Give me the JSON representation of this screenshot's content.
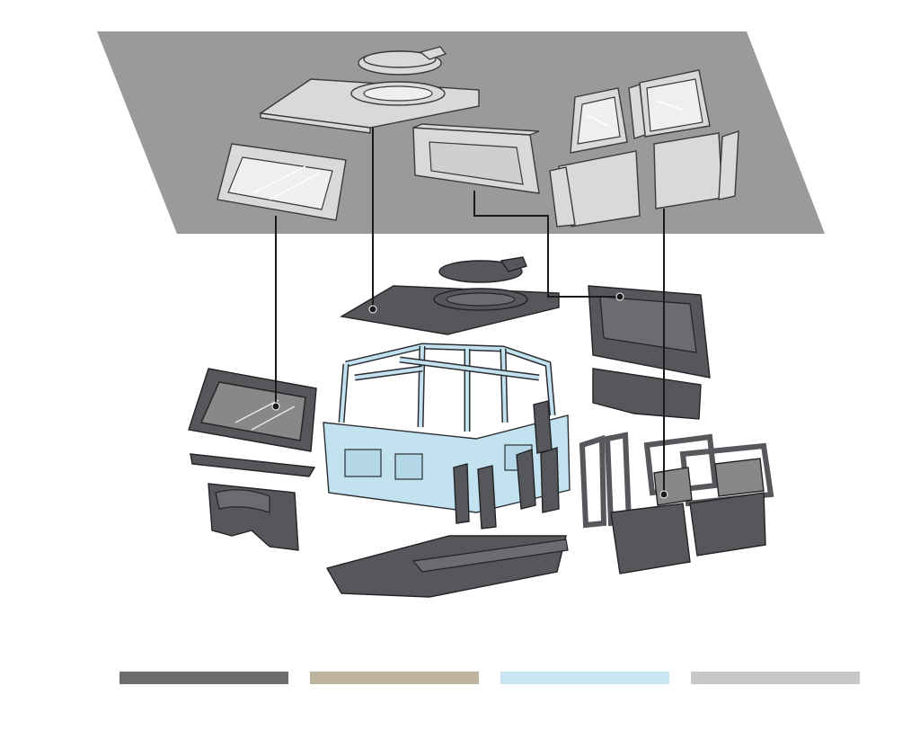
{
  "colors": {
    "background": "#ffffff",
    "upper_plane": "#9a9a9a",
    "light_part": "#d9d9dc",
    "light_part_edge": "#3a3a3a",
    "dark_part": "#55575b",
    "dark_part_edge": "#222326",
    "glass_light": "#eef0ef",
    "glass_dark": "#8a8886",
    "frame_blue": "#c2e2f0",
    "frame_blue_edge": "#2b2d31",
    "leader_line": "#1a1a1a"
  },
  "legend": {
    "swatches": [
      {
        "name": "dark-gray",
        "color": "#6d6d70"
      },
      {
        "name": "tan",
        "color": "#bdb39f"
      },
      {
        "name": "light-blue",
        "color": "#c9e5f2"
      },
      {
        "name": "light-gray",
        "color": "#c7c7c9"
      }
    ]
  },
  "parts": [
    {
      "name": "roof-hatch",
      "group": "upper"
    },
    {
      "name": "roof-panel",
      "group": "upper"
    },
    {
      "name": "windshield-frame",
      "group": "upper"
    },
    {
      "name": "rear-bulkhead-panel",
      "group": "upper"
    },
    {
      "name": "door-set",
      "group": "upper"
    },
    {
      "name": "roof-hatch",
      "group": "lower"
    },
    {
      "name": "roof-panel",
      "group": "lower"
    },
    {
      "name": "windshield-frame",
      "group": "lower"
    },
    {
      "name": "cowl-bracket",
      "group": "lower"
    },
    {
      "name": "dash-panel",
      "group": "lower"
    },
    {
      "name": "cab-frame",
      "group": "lower"
    },
    {
      "name": "floor-pan",
      "group": "lower"
    },
    {
      "name": "seat-supports",
      "group": "lower"
    },
    {
      "name": "rear-bulkhead-panel",
      "group": "lower"
    },
    {
      "name": "rear-lower-panel",
      "group": "lower"
    },
    {
      "name": "door-set",
      "group": "lower"
    }
  ]
}
